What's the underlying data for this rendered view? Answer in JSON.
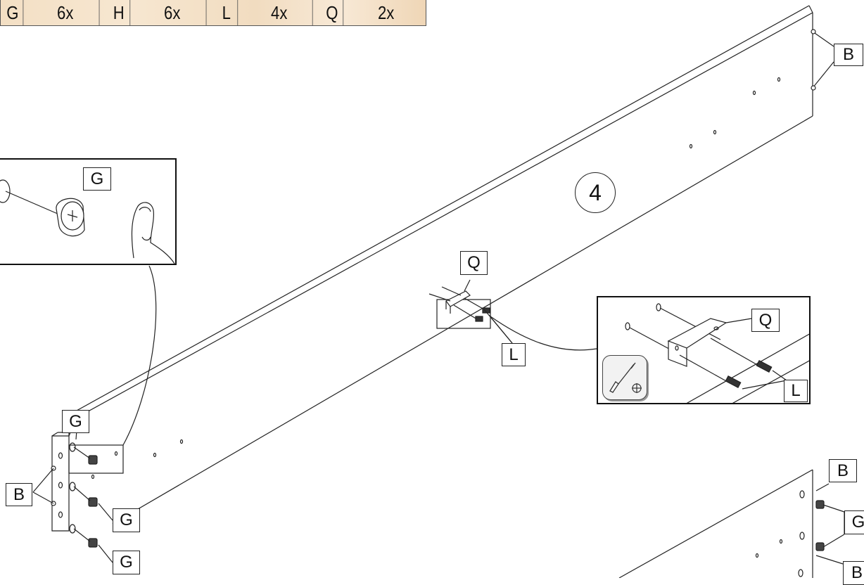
{
  "parts_table": [
    {
      "code": "G",
      "qty": "6x"
    },
    {
      "code": "H",
      "qty": "6x"
    },
    {
      "code": "L",
      "qty": "4x"
    },
    {
      "code": "Q",
      "qty": "2x"
    }
  ],
  "step_number": "4",
  "callouts": {
    "B_top_right": "B",
    "G_inset": "G",
    "Q_main": "Q",
    "L_main": "L",
    "Q_inset": "Q",
    "L_inset": "L",
    "G_left_top": "G",
    "B_left": "B",
    "G_left_mid": "G",
    "G_left_bottom": "G",
    "B_bottom_right": "B",
    "G_bottom_right": "G",
    "B_bottom_right_2": "B"
  },
  "icons": {
    "tool": "screwdriver-icon",
    "screw_type": "phillips-cross-icon"
  }
}
